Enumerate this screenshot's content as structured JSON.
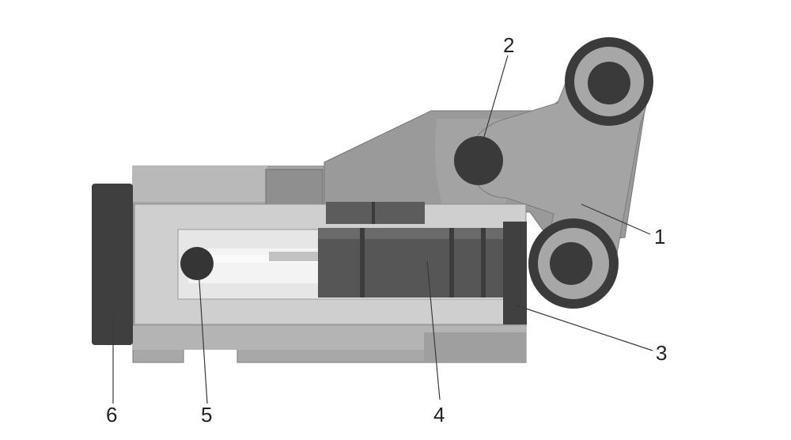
{
  "diagram": {
    "callouts": [
      {
        "id": "1",
        "text": "1"
      },
      {
        "id": "2",
        "text": "2"
      },
      {
        "id": "3",
        "text": "3"
      },
      {
        "id": "4",
        "text": "4"
      },
      {
        "id": "5",
        "text": "5"
      },
      {
        "id": "6",
        "text": "6"
      }
    ],
    "colors": {
      "background": "#ffffff",
      "body_light": "#c7c7c7",
      "body_mid": "#a9a9a9",
      "body_dark": "#8a8a8a",
      "part_dark": "#4a4a4a",
      "part_black": "#2e2e2e",
      "bore": "#e4e4e4"
    }
  }
}
